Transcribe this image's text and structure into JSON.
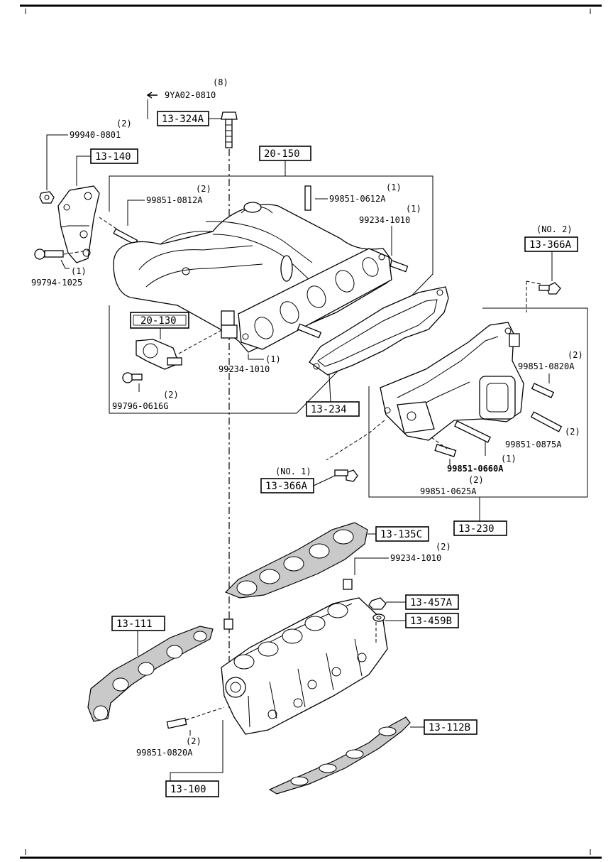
{
  "callouts": {
    "ref_9ya02": {
      "qty": "(8)",
      "num": "9YA02-0810"
    },
    "box_13_324a": {
      "label": "13-324A"
    },
    "p_99940_0801": {
      "qty": "(2)",
      "num": "99940-0801"
    },
    "box_13_140": {
      "label": "13-140"
    },
    "box_20_150": {
      "label": "20-150"
    },
    "p_99851_0812a": {
      "qty": "(2)",
      "num": "99851-0812A"
    },
    "p_99851_0612a": {
      "qty": "(1)",
      "num": "99851-0612A"
    },
    "p_99234_1010_top": {
      "qty": "(1)",
      "num": "99234-1010"
    },
    "p_99794_1025": {
      "qty": "(1)",
      "num": "99794-1025"
    },
    "box_20_130": {
      "label": "20-130"
    },
    "p_99234_1010_mid": {
      "qty": "(1)",
      "num": "99234-1010"
    },
    "p_99796_0616g": {
      "qty": "(2)",
      "num": "99796-0616G"
    },
    "box_13_234": {
      "label": "13-234"
    },
    "no2_label": "(NO. 2)",
    "box_13_366a_no2": {
      "label": "13-366A"
    },
    "p_99851_0820a_right": {
      "qty": "(2)",
      "num": "99851-0820A"
    },
    "p_99851_0875a": {
      "qty": "(2)",
      "num": "99851-0875A"
    },
    "p_99851_0660a": {
      "qty": "(1)",
      "num": "99851-0660A"
    },
    "p_99851_0625a": {
      "qty": "(2)",
      "num": "99851-0625A"
    },
    "no1_label": "(NO. 1)",
    "box_13_366a_no1": {
      "label": "13-366A"
    },
    "box_13_230": {
      "label": "13-230"
    },
    "box_13_135c": {
      "label": "13-135C"
    },
    "p_99234_1010_low": {
      "qty": "(2)",
      "num": "99234-1010"
    },
    "box_13_457a": {
      "label": "13-457A"
    },
    "box_13_459b": {
      "label": "13-459B"
    },
    "box_13_111": {
      "label": "13-111"
    },
    "box_13_112b": {
      "label": "13-112B"
    },
    "p_99851_0820a_bottom": {
      "qty": "(2)",
      "num": "99851-0820A"
    },
    "box_13_100": {
      "label": "13-100"
    }
  }
}
